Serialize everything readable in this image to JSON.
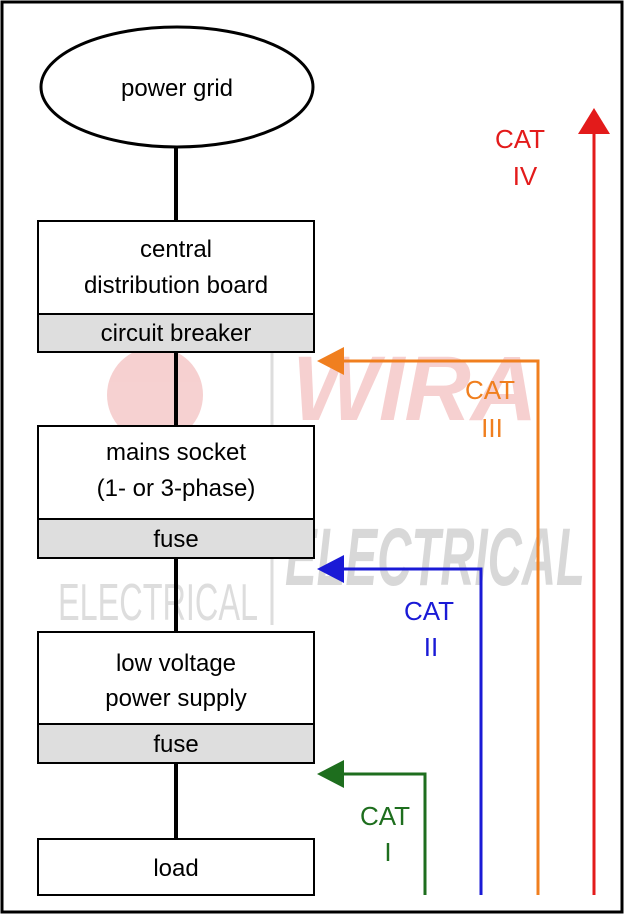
{
  "watermark": {
    "line1": "WIRA",
    "line2": "ELECTRICAL",
    "color": "#e05a5a"
  },
  "nodes": {
    "power_grid": {
      "label": "power grid"
    },
    "central_board": {
      "line1": "central",
      "line2": "distribution board",
      "sub": "circuit breaker"
    },
    "mains_socket": {
      "line1": "mains socket",
      "line2": "(1- or 3-phase)",
      "sub": "fuse"
    },
    "low_voltage": {
      "line1": "low voltage",
      "line2": "power supply",
      "sub": "fuse"
    },
    "load": {
      "label": "load"
    }
  },
  "categories": {
    "cat_iv": {
      "line1": "CAT",
      "line2": "IV",
      "color": "#e31b1b"
    },
    "cat_iii": {
      "line1": "CAT",
      "line2": "III",
      "color": "#f07f1f"
    },
    "cat_ii": {
      "line1": "CAT",
      "line2": "II",
      "color": "#1a1ad6"
    },
    "cat_i": {
      "line1": "CAT",
      "line2": "I",
      "color": "#1e6e1e"
    }
  },
  "colors": {
    "frame": "#000000",
    "sub_box_fill": "#dedede"
  }
}
